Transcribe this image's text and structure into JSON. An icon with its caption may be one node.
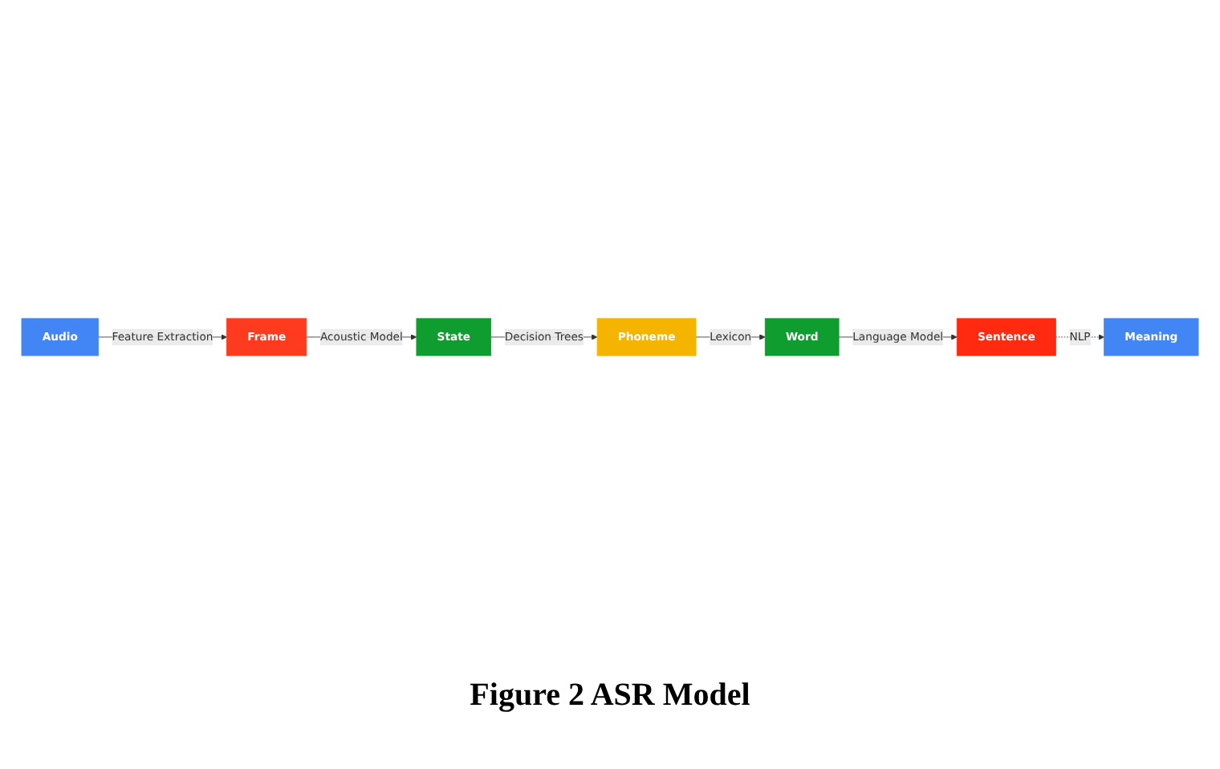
{
  "diagram": {
    "caption": "Figure 2 ASR Model",
    "nodes": [
      {
        "text": [
          "Audio"
        ]
      },
      {
        "text": [
          "Frame"
        ]
      },
      {
        "text": [
          "State"
        ]
      },
      {
        "text": [
          "Phoneme"
        ]
      },
      {
        "text": [
          "Word"
        ]
      },
      {
        "text": [
          "Sentence"
        ]
      },
      {
        "text": [
          "Meaning"
        ]
      }
    ],
    "edges": [
      {
        "from": 0,
        "to": 1,
        "arrow": "to",
        "label": "Feature Extraction"
      },
      {
        "from": 1,
        "to": 2,
        "arrow": "to",
        "label": "Acoustic Model"
      },
      {
        "from": 2,
        "to": 3,
        "arrow": "to",
        "label": "Decision Trees"
      },
      {
        "from": 3,
        "to": 4,
        "arrow": "to",
        "label": "Lexicon"
      },
      {
        "from": 4,
        "to": 5,
        "arrow": "to",
        "label": "Language Model"
      },
      {
        "from": 5,
        "to": 6,
        "arrow": "to",
        "label": "NLP",
        "style": "dashed"
      }
    ]
  }
}
